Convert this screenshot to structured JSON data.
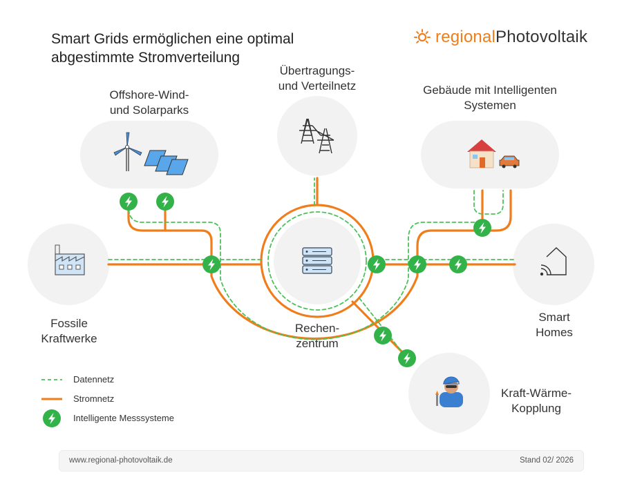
{
  "title_line1": "Smart Grids ermöglichen eine optimal",
  "title_line2": "abgestimmte Stromverteilung",
  "logo": {
    "part1": "regional",
    "part2": "Photovoltaik"
  },
  "nodes": {
    "offshore": {
      "line1": "Offshore-Wind-",
      "line2": "und Solarparks",
      "icon": "wind-solar-icon"
    },
    "grid": {
      "line1": "Übertragungs-",
      "line2": "und Verteilnetz",
      "icon": "power-pylon-icon"
    },
    "buildings": {
      "line1": "Gebäude mit Intelligenten",
      "line2": "Systemen",
      "icon": "house-car-icon"
    },
    "fossil": {
      "line1": "Fossile",
      "line2": "Kraftwerke",
      "icon": "factory-icon"
    },
    "datacenter": {
      "line1": "Rechen-",
      "line2": "zentrum",
      "icon": "server-icon"
    },
    "smarthomes": {
      "line1": "Smart",
      "line2": "Homes",
      "icon": "smart-home-icon"
    },
    "chp": {
      "line1": "Kraft-Wärme-",
      "line2": "Kopplung",
      "icon": "worker-icon"
    }
  },
  "legend": {
    "data": "Datennetz",
    "power": "Stromnetz",
    "meter": "Intelligente Messsysteme"
  },
  "footer": {
    "url": "www.regional-photovoltaik.de",
    "date": "Stand 02/ 2026"
  },
  "colors": {
    "power": "#f07d1a",
    "data": "#4cc158",
    "meter": "#33b24a",
    "node_bg": "#f2f2f2"
  }
}
